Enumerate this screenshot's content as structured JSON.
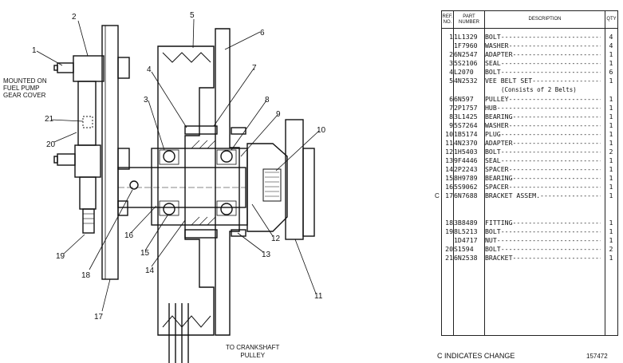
{
  "drawing": {
    "mount_note": [
      "MOUNTED ON",
      "FUEL PUMP",
      "GEAR COVER"
    ],
    "bottom_note": [
      "TO CRANKSHAFT",
      "PULLEY"
    ],
    "callouts": [
      "1",
      "2",
      "3",
      "4",
      "5",
      "6",
      "7",
      "8",
      "9",
      "10",
      "11",
      "12",
      "13",
      "14",
      "15",
      "16",
      "17",
      "18",
      "19",
      "20",
      "21"
    ]
  },
  "table": {
    "headers": {
      "ref": "REF. NO.",
      "part": "PART NUMBER",
      "desc": "DESCRIPTION",
      "qty": "QTY"
    },
    "rows": [
      {
        "flag": "",
        "ref": "1",
        "part": "1L1329",
        "desc": "BOLT",
        "qty": "4"
      },
      {
        "flag": "",
        "ref": "",
        "part": "1F7960",
        "desc": "WASHER",
        "qty": "4"
      },
      {
        "flag": "",
        "ref": "2",
        "part": "6N2547",
        "desc": "ADAPTER",
        "qty": "1"
      },
      {
        "flag": "",
        "ref": "3",
        "part": "5S2106",
        "desc": "SEAL",
        "qty": "1"
      },
      {
        "flag": "",
        "ref": "4",
        "part": "L2070",
        "desc": "BOLT",
        "qty": "6"
      },
      {
        "flag": "",
        "ref": "5",
        "part": "4N2532",
        "desc": "VEE BELT SET",
        "qty": "1"
      },
      {
        "flag": "",
        "ref": "",
        "part": "",
        "desc": "(Consists of 2 Belts)",
        "qty": ""
      },
      {
        "flag": "",
        "ref": "6",
        "part": "6N597",
        "desc": "PULLEY",
        "qty": "1"
      },
      {
        "flag": "",
        "ref": "7",
        "part": "2P1757",
        "desc": "HUB",
        "qty": "1"
      },
      {
        "flag": "",
        "ref": "8",
        "part": "3L1425",
        "desc": "BEARING",
        "qty": "1"
      },
      {
        "flag": "",
        "ref": "9",
        "part": "5S7264",
        "desc": "WASHER",
        "qty": "1"
      },
      {
        "flag": "",
        "ref": "10",
        "part": "1B5174",
        "desc": "PLUG",
        "qty": "1"
      },
      {
        "flag": "",
        "ref": "11",
        "part": "4N2370",
        "desc": "ADAPTER",
        "qty": "1"
      },
      {
        "flag": "",
        "ref": "12",
        "part": "1H5403",
        "desc": "BOLT",
        "qty": "2"
      },
      {
        "flag": "",
        "ref": "13",
        "part": "9F4446",
        "desc": "SEAL",
        "qty": "1"
      },
      {
        "flag": "",
        "ref": "14",
        "part": "2P2243",
        "desc": "SPACER",
        "qty": "1"
      },
      {
        "flag": "",
        "ref": "15",
        "part": "8H9789",
        "desc": "BEARING",
        "qty": "1"
      },
      {
        "flag": "",
        "ref": "16",
        "part": "5S9062",
        "desc": "SPACER",
        "qty": "1"
      },
      {
        "flag": "C",
        "ref": "17",
        "part": "6N7688",
        "desc": "BRACKET ASSEM.",
        "qty": "1"
      },
      {
        "flag": "",
        "ref": "18",
        "part": "3B8489",
        "desc": "FITTING",
        "qty": "1"
      },
      {
        "flag": "",
        "ref": "19",
        "part": "8L5213",
        "desc": "BOLT",
        "qty": "1"
      },
      {
        "flag": "",
        "ref": "",
        "part": "1D4717",
        "desc": "NUT",
        "qty": "1"
      },
      {
        "flag": "",
        "ref": "20",
        "part": "S1594",
        "desc": "BOLT",
        "qty": "2"
      },
      {
        "flag": "",
        "ref": "21",
        "part": "6N2538",
        "desc": "BRACKET",
        "qty": "1"
      }
    ]
  },
  "footer": {
    "note": "C INDICATES CHANGE",
    "code": "157472"
  }
}
